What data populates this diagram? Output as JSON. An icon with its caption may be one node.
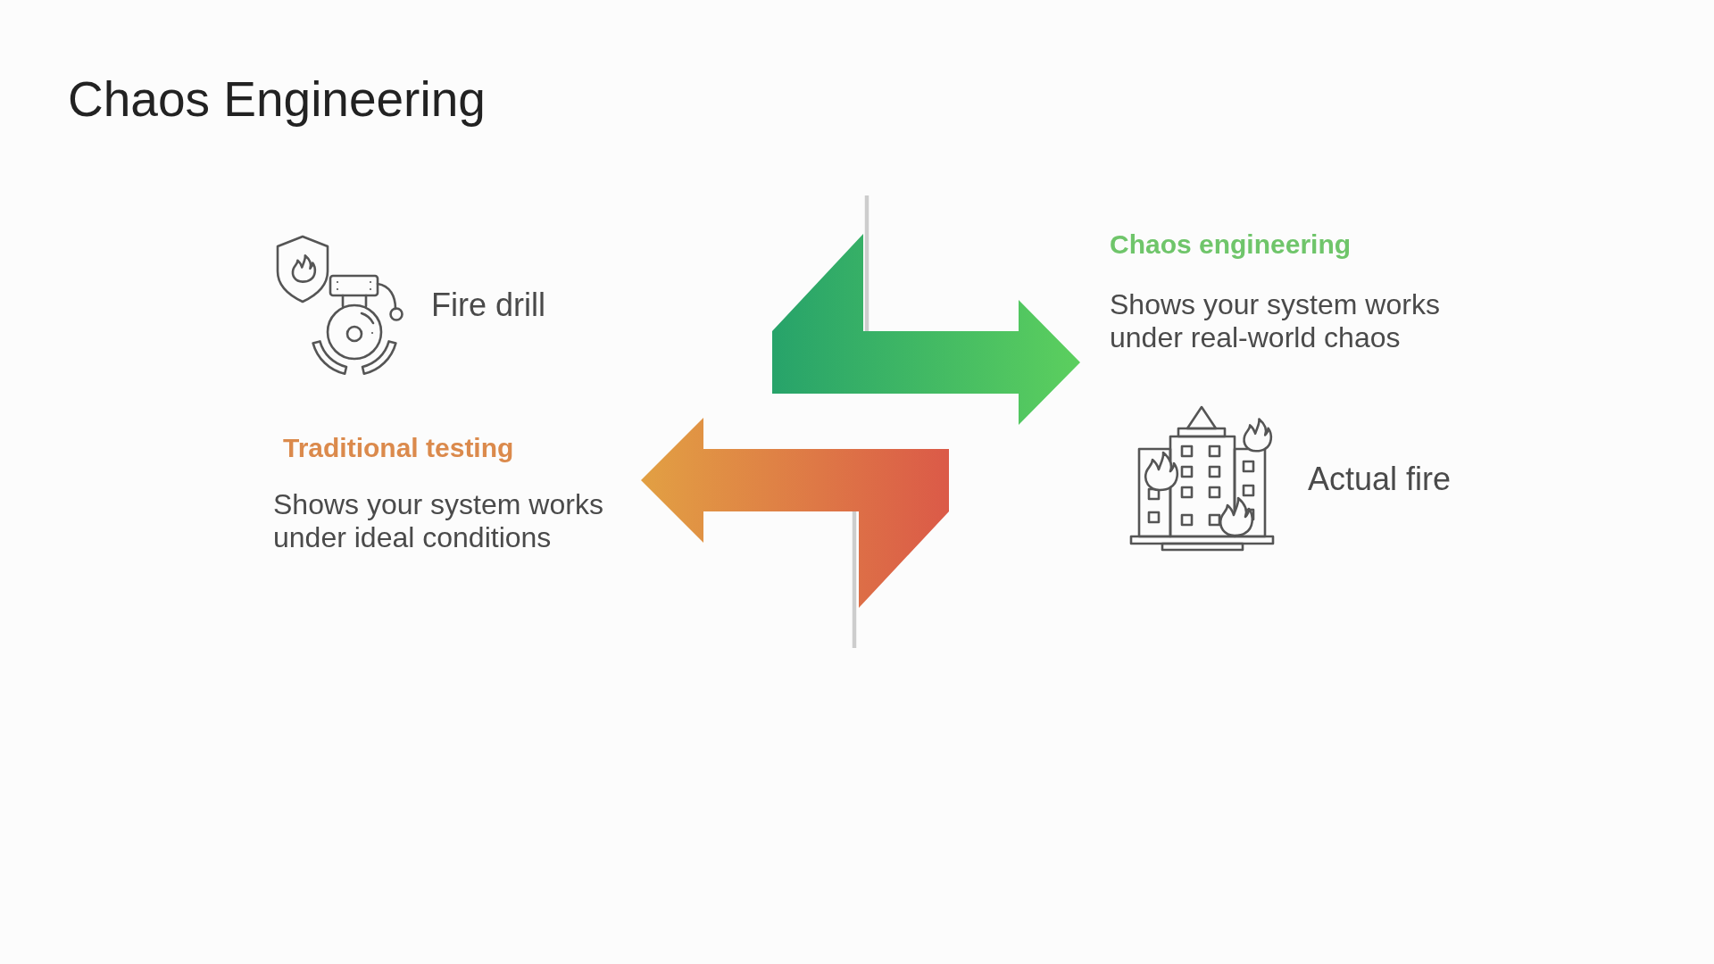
{
  "diagram": {
    "title": "Chaos Engineering",
    "nodes": [
      {
        "text": [
          "Chaos engineering",
          "Shows your system works under real-world chaos"
        ]
      },
      {
        "text": [
          "Traditional testing",
          "Shows your system works under ideal conditions"
        ]
      }
    ],
    "edges": [
      {
        "from": null,
        "to": 0,
        "arrow": "to",
        "style": "thick",
        "color": "#5ccf5e"
      },
      {
        "from": null,
        "to": 1,
        "arrow": "to",
        "style": "thick",
        "color": "#e2a043"
      }
    ],
    "labels": [
      "Fire drill",
      "Actual fire"
    ]
  }
}
